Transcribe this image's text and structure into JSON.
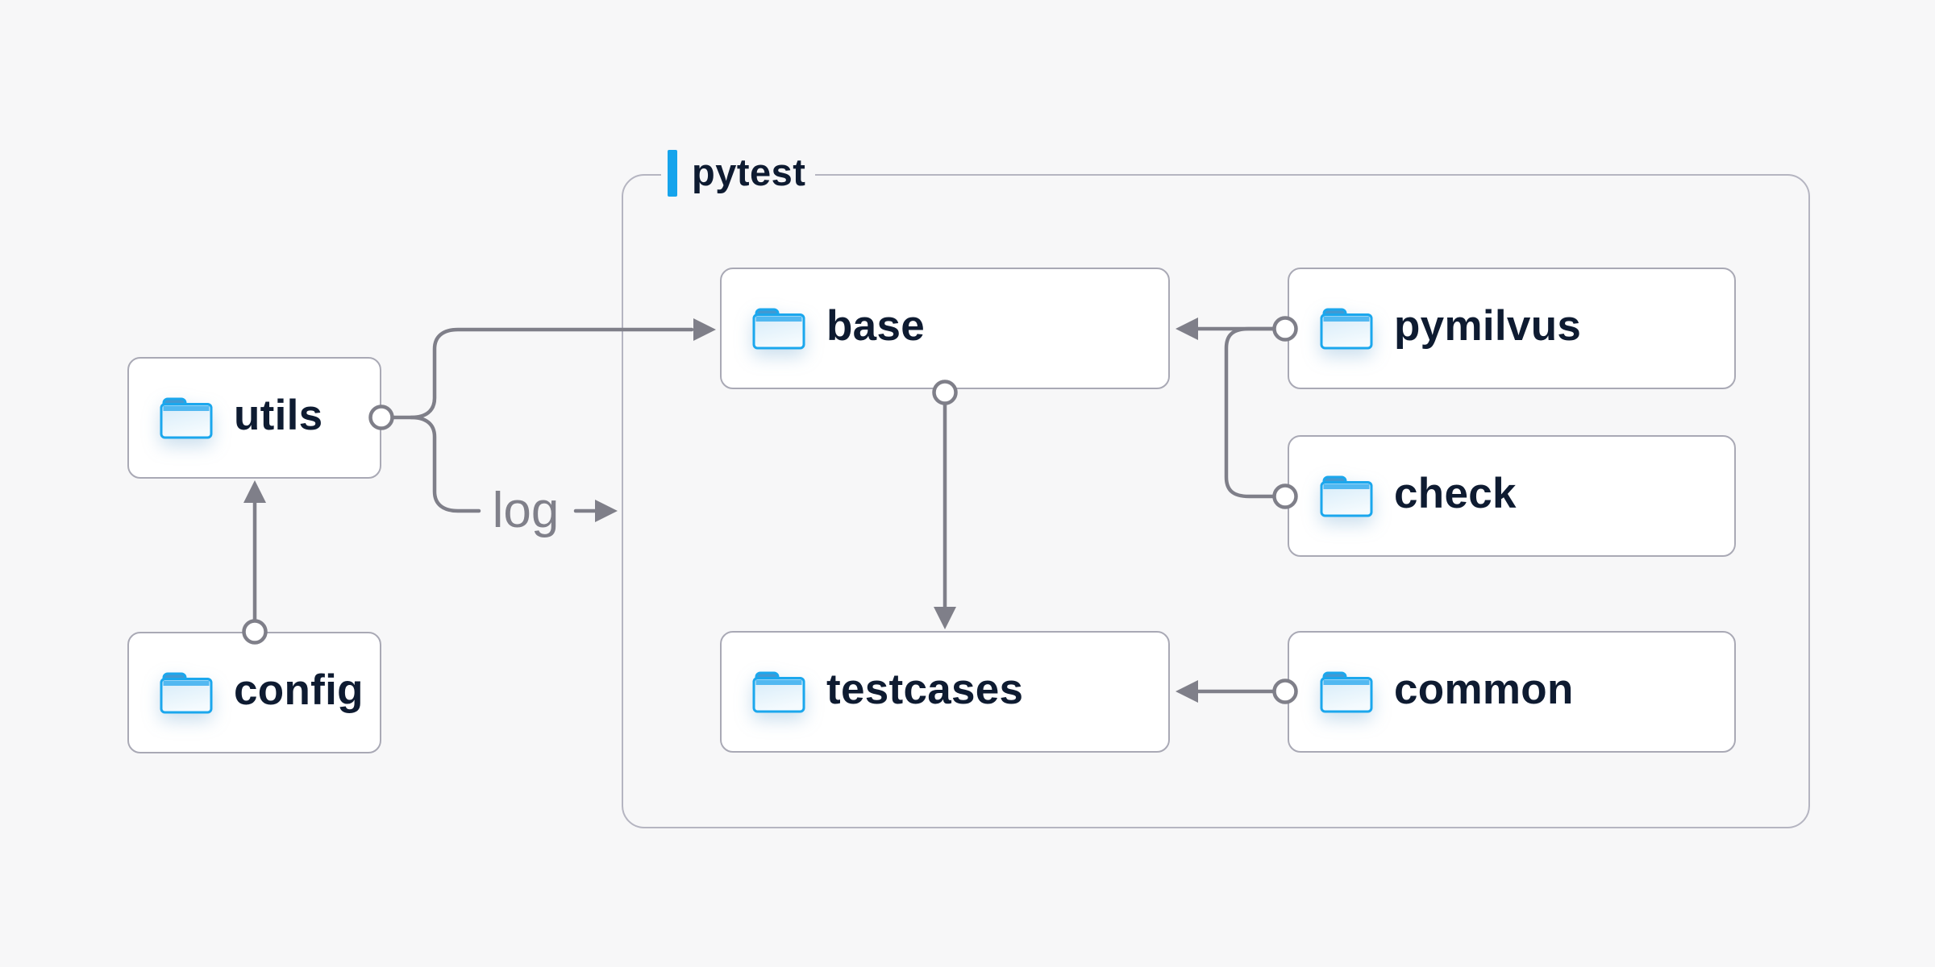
{
  "container": {
    "label": "pytest"
  },
  "nodes": {
    "utils": {
      "label": "utils"
    },
    "config": {
      "label": "config"
    },
    "base": {
      "label": "base"
    },
    "testcases": {
      "label": "testcases"
    },
    "pymilvus": {
      "label": "pymilvus"
    },
    "check": {
      "label": "check"
    },
    "common": {
      "label": "common"
    }
  },
  "edges": {
    "log_label": "log",
    "list": [
      "config -> utils",
      "utils -> base",
      "utils -> log",
      "pymilvus -> base",
      "check -> base",
      "base -> testcases",
      "common -> testcases"
    ]
  },
  "icons": {
    "node_icon": "folder-icon"
  },
  "colors": {
    "bg": "#F7F7F8",
    "node_fill": "#FFFFFF",
    "node_border": "#A9A9B5",
    "container_border": "#B5B5C1",
    "connector": "#7F7F89",
    "text": "#0E1B31",
    "muted_text": "#80808A",
    "accent": "#16A4EC",
    "folder_stroke": "#1BA7ED",
    "folder_tab": "#4299D2",
    "folder_band": "#38AEEF"
  }
}
